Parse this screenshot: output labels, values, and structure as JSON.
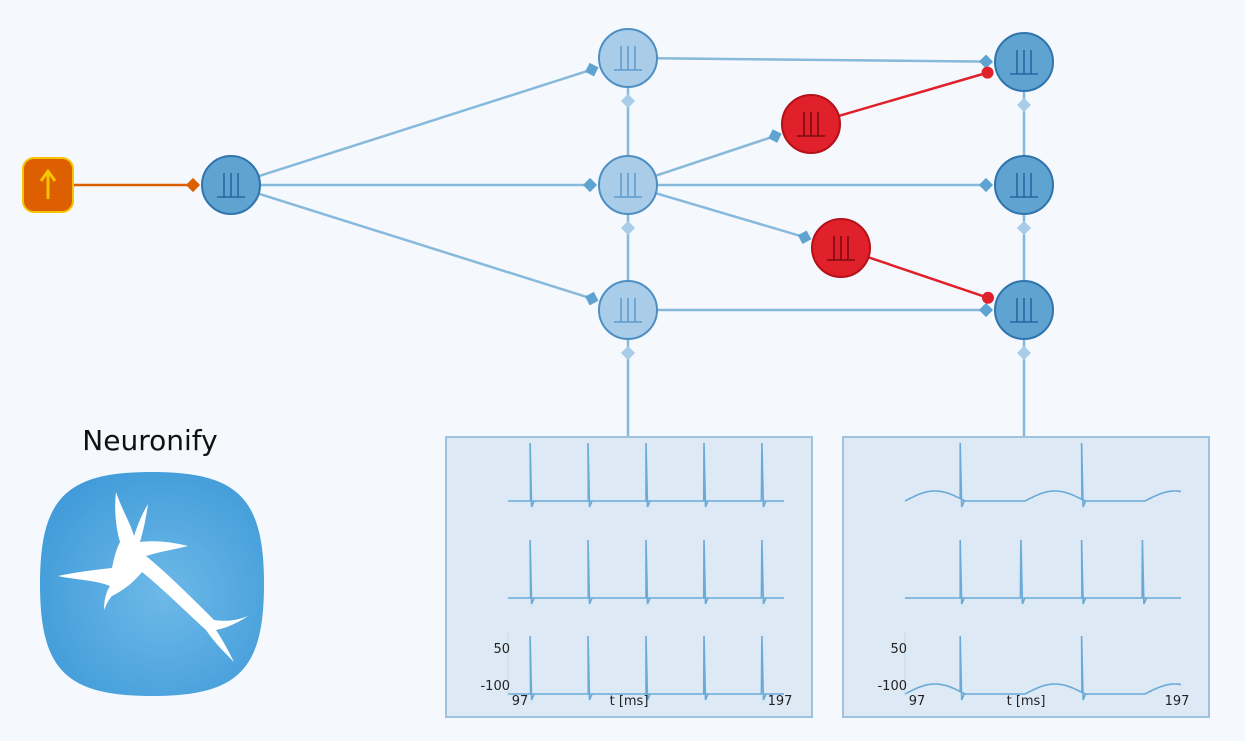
{
  "app": {
    "title": "Neuronify",
    "logo_icon": "neuron-icon",
    "colors": {
      "background": "#f5f9fd",
      "excitatory": "#5fa3d0",
      "excitatory_light": "#a9cde9",
      "inhibitory": "#e0202a",
      "generator": "#dd5f00",
      "generator_border": "#f5c400",
      "edge_excitatory": "#86b9dc",
      "edge_inhibitory": "#e0202a",
      "panel_bg": "#dde9f5",
      "panel_border": "#9fc3df",
      "trace": "#6aaad8",
      "logo_blue": "#4aa3de"
    }
  },
  "nodes": [
    {
      "id": "generator",
      "kind": "dc-generator",
      "icon": "up-arrow-icon"
    },
    {
      "id": "input",
      "kind": "excitatory"
    },
    {
      "id": "l1-top",
      "kind": "excitatory-light"
    },
    {
      "id": "l1-mid",
      "kind": "excitatory-light"
    },
    {
      "id": "l1-bot",
      "kind": "excitatory-light"
    },
    {
      "id": "inh-top",
      "kind": "inhibitory"
    },
    {
      "id": "inh-bot",
      "kind": "inhibitory"
    },
    {
      "id": "r-top",
      "kind": "excitatory"
    },
    {
      "id": "r-mid",
      "kind": "excitatory"
    },
    {
      "id": "r-bot",
      "kind": "excitatory"
    }
  ],
  "edges": [
    {
      "from": "generator",
      "to": "input",
      "type": "generator"
    },
    {
      "from": "input",
      "to": "l1-top",
      "type": "excitatory"
    },
    {
      "from": "input",
      "to": "l1-mid",
      "type": "excitatory"
    },
    {
      "from": "input",
      "to": "l1-bot",
      "type": "excitatory"
    },
    {
      "from": "l1-top",
      "to": "r-top",
      "type": "excitatory"
    },
    {
      "from": "l1-mid",
      "to": "r-mid",
      "type": "excitatory"
    },
    {
      "from": "l1-bot",
      "to": "r-bot",
      "type": "excitatory"
    },
    {
      "from": "l1-mid",
      "to": "inh-top",
      "type": "excitatory"
    },
    {
      "from": "l1-mid",
      "to": "inh-bot",
      "type": "excitatory"
    },
    {
      "from": "inh-top",
      "to": "r-top",
      "type": "inhibitory"
    },
    {
      "from": "inh-bot",
      "to": "r-bot",
      "type": "inhibitory"
    }
  ],
  "voltmeters": [
    {
      "id": "left",
      "y_top_label": "50",
      "y_bottom_label": "-100",
      "x_start_label": "97",
      "x_end_label": "197",
      "x_axis_label": "t [ms]",
      "traces": [
        {
          "name": "top",
          "baseline_hump": false,
          "spikes": [
            0.08,
            0.29,
            0.5,
            0.71,
            0.92
          ]
        },
        {
          "name": "middle",
          "baseline_hump": false,
          "spikes": [
            0.08,
            0.29,
            0.5,
            0.71,
            0.92
          ]
        },
        {
          "name": "bottom",
          "baseline_hump": false,
          "spikes": [
            0.08,
            0.29,
            0.5,
            0.71,
            0.92
          ]
        }
      ]
    },
    {
      "id": "right",
      "y_top_label": "50",
      "y_bottom_label": "-100",
      "x_start_label": "97",
      "x_end_label": "197",
      "x_axis_label": "t [ms]",
      "traces": [
        {
          "name": "top",
          "baseline_hump": true,
          "spikes": [
            0.2,
            0.64
          ]
        },
        {
          "name": "middle",
          "baseline_hump": false,
          "spikes": [
            0.2,
            0.42,
            0.64,
            0.86
          ]
        },
        {
          "name": "bottom",
          "baseline_hump": true,
          "spikes": [
            0.2,
            0.64
          ]
        }
      ]
    }
  ]
}
